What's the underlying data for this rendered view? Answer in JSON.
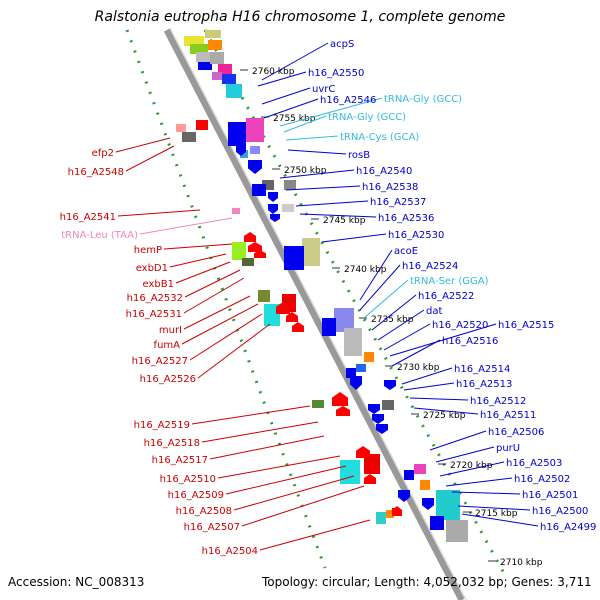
{
  "title": "Ralstonia eutropha H16 chromosome 1, complete genome",
  "accession": "Accession: NC_008313",
  "topology_info": "Topology: circular; Length: 4,052,032 bp; Genes: 3,711",
  "colors": {
    "forward_label": "#0000cc",
    "reverse_label": "#cc0000",
    "trna_forward": "#33bbdd",
    "trna_reverse": "#ee88bb",
    "backbone": "#999999",
    "tick_dots": "#339933"
  },
  "scale_ticks": [
    "2760 kbp",
    "2755 kbp",
    "2750 kbp",
    "2745 kbp",
    "2740 kbp",
    "2735 kbp",
    "2730 kbp",
    "2725 kbp",
    "2720 kbp",
    "2715 kbp",
    "2710 kbp"
  ],
  "labels_right": [
    "acpS",
    "h16_A2550",
    "uvrC",
    "h16_A2546",
    "tRNA-Gly (GCC)",
    "tRNA-Gly (GCC)",
    "tRNA-Cys (GCA)",
    "rosB",
    "h16_A2540",
    "h16_A2538",
    "h16_A2537",
    "h16_A2536",
    "h16_A2530",
    "acoE",
    "h16_A2524",
    "tRNA-Ser (GGA)",
    "h16_A2522",
    "dat",
    "h16_A2520",
    "h16_A2515",
    "h16_A2516",
    "h16_A2514",
    "h16_A2513",
    "h16_A2512",
    "h16_A2511",
    "h16_A2506",
    "purU",
    "h16_A2503",
    "h16_A2502",
    "h16_A2501",
    "h16_A2500",
    "h16_A2499"
  ],
  "labels_left": [
    "efp2",
    "h16_A2548",
    "h16_A2541",
    "tRNA-Leu (TAA)",
    "hemP",
    "exbD1",
    "exbB1",
    "h16_A2532",
    "h16_A2531",
    "murI",
    "fumA",
    "h16_A2527",
    "h16_A2526",
    "h16_A2519",
    "h16_A2518",
    "h16_A2517",
    "h16_A2510",
    "h16_A2509",
    "h16_A2508",
    "h16_A2507",
    "h16_A2504"
  ]
}
